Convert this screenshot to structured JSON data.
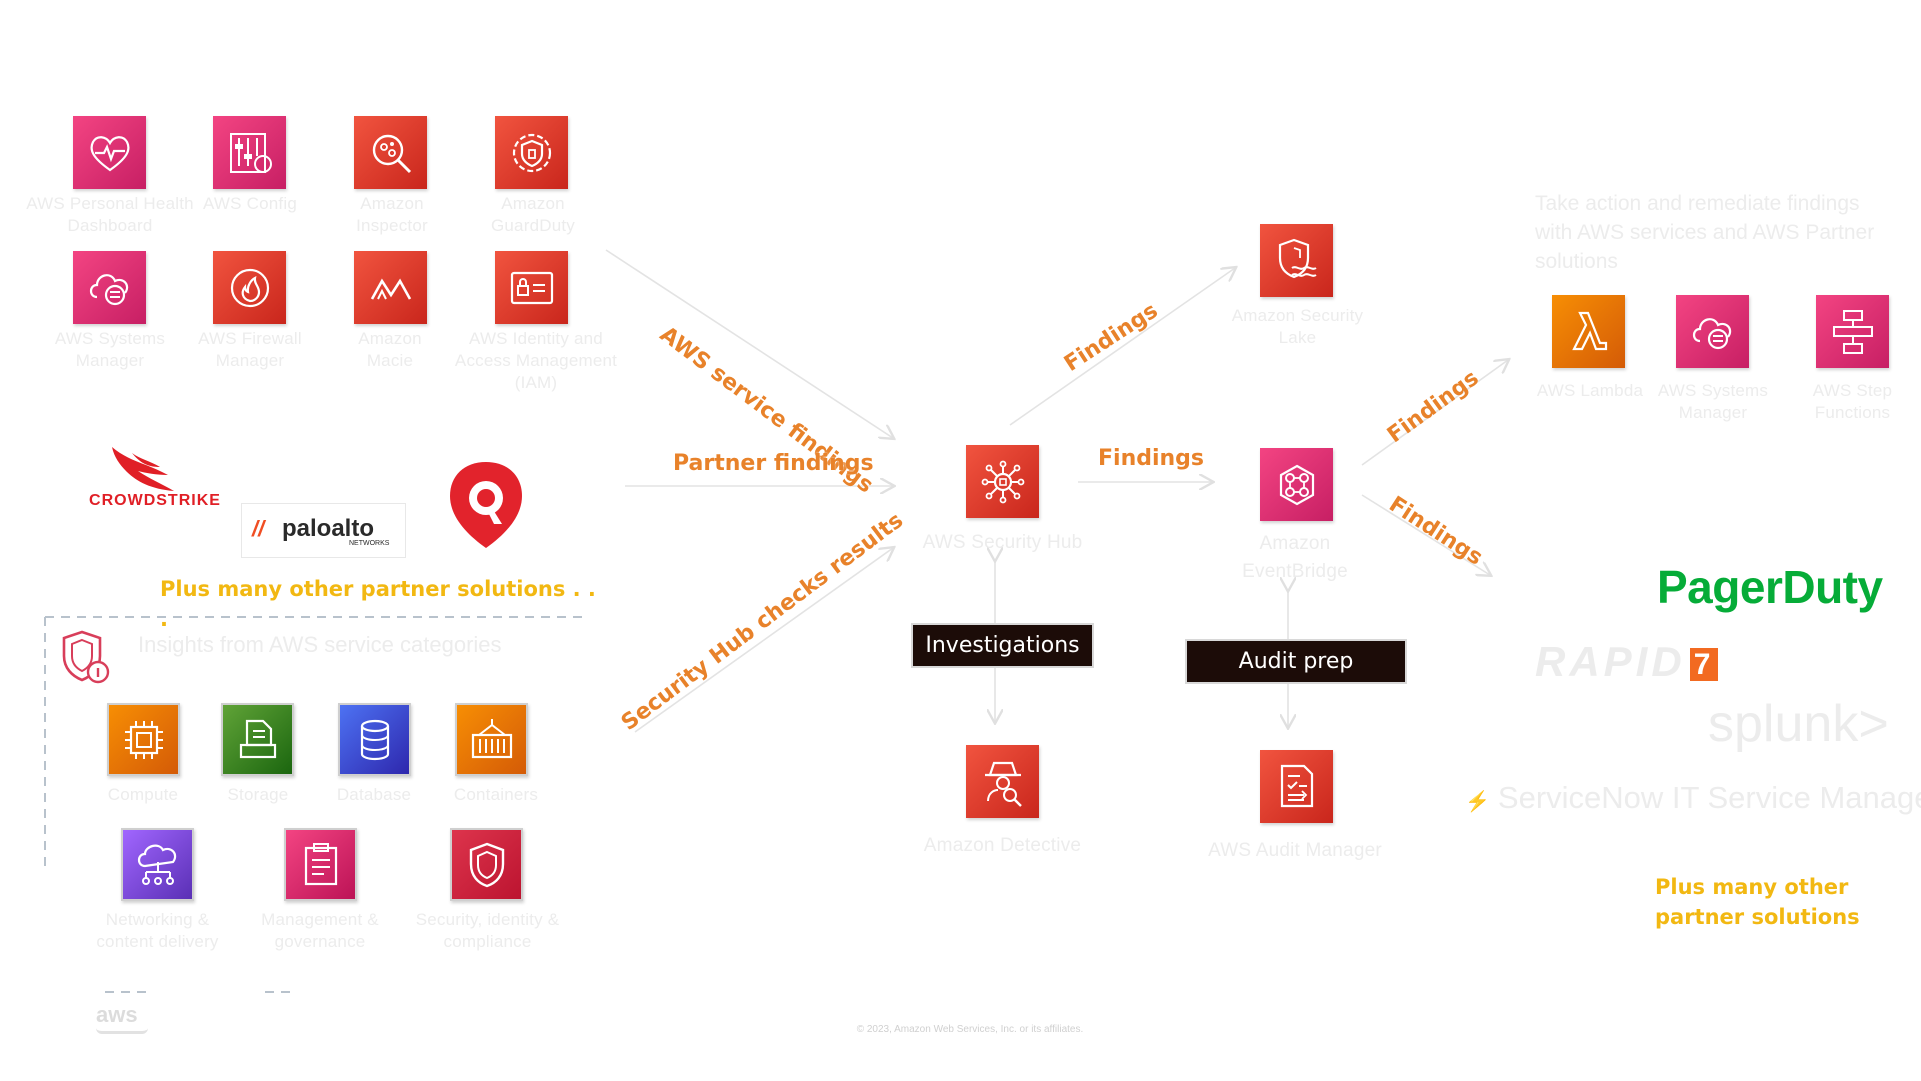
{
  "colors": {
    "pink": "#e7157b",
    "red": "#dd344c",
    "orange_flow": "#e8822a",
    "gold": "#f2b812",
    "pagerduty": "#06ac38",
    "crowdstrike": "#e01f26",
    "rapid7": "#f26a21",
    "dark_button": "#1c0c08"
  },
  "sources": {
    "aws_services": [
      {
        "label": "AWS Personal Health Dashboard",
        "icon": "heartbeat-icon"
      },
      {
        "label": "AWS Config",
        "icon": "config-icon"
      },
      {
        "label": "Amazon Inspector",
        "icon": "inspector-icon"
      },
      {
        "label": "Amazon GuardDuty",
        "icon": "guardduty-icon"
      },
      {
        "label": "AWS Systems Manager",
        "icon": "systems-manager-icon"
      },
      {
        "label": "AWS Firewall Manager",
        "icon": "firewall-icon"
      },
      {
        "label": "Amazon Macie",
        "icon": "macie-icon"
      },
      {
        "label": "AWS Identity and Access Management (IAM)",
        "icon": "iam-icon"
      }
    ],
    "partners": {
      "crowdstrike": "CROWDSTRIKE",
      "paloalto": "paloalto",
      "paloalto_sub": "NETWORKS",
      "more": "Plus many other partner solutions . . ."
    },
    "checks": {
      "title": "Insights from AWS service categories",
      "categories": [
        {
          "label": "Compute",
          "icon": "chip-icon"
        },
        {
          "label": "Storage",
          "icon": "storage-icon"
        },
        {
          "label": "Database",
          "icon": "database-icon"
        },
        {
          "label": "Containers",
          "icon": "container-icon"
        },
        {
          "label": "Networking & content delivery",
          "icon": "network-icon"
        },
        {
          "label": "Management & governance",
          "icon": "management-icon"
        },
        {
          "label": "Security, identity & compliance",
          "icon": "security-icon"
        }
      ]
    }
  },
  "flows": {
    "aws_findings": "AWS service findings",
    "partner_findings": "Partner findings",
    "checks_results": "Security Hub checks results",
    "findings_1": "Findings",
    "findings_2": "Findings",
    "findings_3": "Findings",
    "findings_4": "Findings"
  },
  "center": {
    "hub": "AWS Security Hub",
    "lake": "Amazon Security Lake",
    "eventbridge": "Amazon EventBridge",
    "detective": "Amazon Detective",
    "audit": "AWS Audit Manager",
    "investigations": "Investigations",
    "audit_prep": "Audit prep"
  },
  "right": {
    "heading": "Take action and remediate findings with AWS services and AWS Partner solutions",
    "services": [
      {
        "label": "AWS Lambda",
        "icon": "lambda-icon"
      },
      {
        "label": "AWS Systems Manager",
        "icon": "systems-manager-icon"
      },
      {
        "label": "AWS Step Functions",
        "icon": "step-functions-icon"
      }
    ],
    "pagerduty": "PagerDuty",
    "rapid7": "RAPID",
    "rapid7_mark": "7",
    "splunk": "splunk>",
    "servicenow": "ServiceNow IT Service Management",
    "more": "Plus many other partner solutions"
  },
  "footer": {
    "aws": "aws",
    "copyright": "© 2023, Amazon Web Services, Inc. or its affiliates."
  }
}
